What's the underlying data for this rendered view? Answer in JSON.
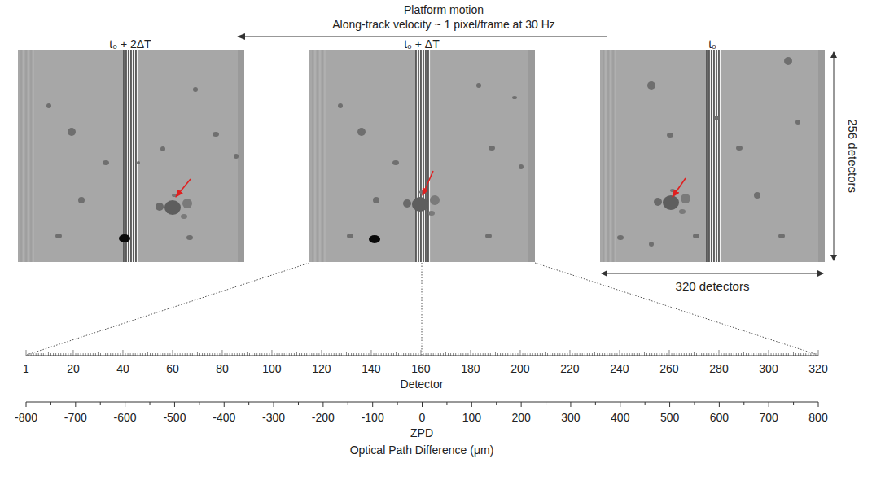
{
  "diagram": {
    "labels": [
      "Platform motion",
      "Along-track velocity ~ 1 pixel/frame at 30 Hz",
      "t₀ + 2ΔT",
      "t₀ + ΔT",
      "t₀",
      "256 detectors",
      "320 detectors",
      "1",
      "20",
      "40",
      "60",
      "80",
      "100",
      "120",
      "140",
      "160",
      "180",
      "200",
      "220",
      "240",
      "260",
      "280",
      "300",
      "320",
      "Detector",
      "-800",
      "-700",
      "-600",
      "-500",
      "-400",
      "-300",
      "-200",
      "-100",
      "0",
      "100",
      "200",
      "300",
      "400",
      "500",
      "600",
      "700",
      "800",
      "ZPD",
      "Optical Path Difference (μm)"
    ]
  }
}
